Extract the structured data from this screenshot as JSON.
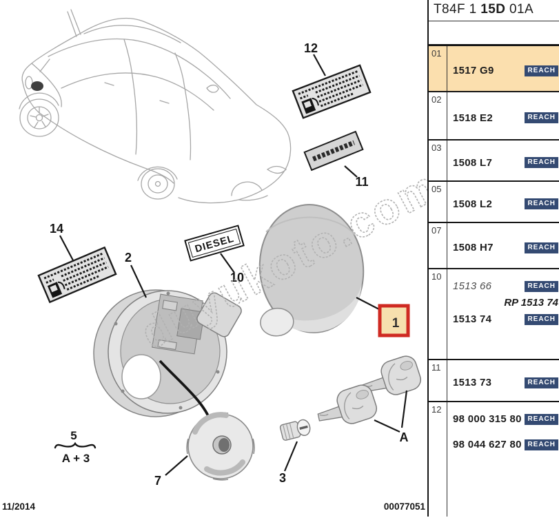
{
  "diagram": {
    "watermark": "duyukoto.com",
    "diesel_label": "DIESEL",
    "callouts": {
      "flap": "1",
      "housing": "2",
      "barrel": "3",
      "group_count": "5",
      "cap": "7",
      "diesel": "10",
      "sticker_cn": "11",
      "sticker_fuel": "12",
      "sticker_fuel2": "14",
      "keys": "A",
      "group_formula": "A + 3"
    },
    "footer": {
      "date": "11/2014",
      "doc_number": "00077051"
    }
  },
  "parts_panel": {
    "header": {
      "part1": "T84F 1 ",
      "part2": "15D",
      "part3": " 01A"
    },
    "reach_label": "REACH",
    "colors": {
      "highlight": "#FBDFAE",
      "reach_bg": "#344A72",
      "marker_red": "#CF2A22",
      "marker_fill": "#F6E0AE"
    },
    "rows": [
      {
        "index": "01",
        "ref": "1517 G9",
        "highlighted": true
      },
      {
        "index": "02",
        "ref": "1518 E2"
      },
      {
        "index": "03",
        "ref": "1508 L7"
      },
      {
        "index": "05",
        "ref": "1508 L2"
      },
      {
        "index": "07",
        "ref": "1508 H7"
      },
      {
        "index": "10",
        "superseded_ref": "1513 66",
        "replacement_note": "RP 1513 74",
        "ref": "1513 74"
      },
      {
        "index": "11",
        "ref": "1513 73"
      },
      {
        "index": "12",
        "ref": "98 000 315 80",
        "ref2": "98 044 627 80"
      }
    ]
  }
}
